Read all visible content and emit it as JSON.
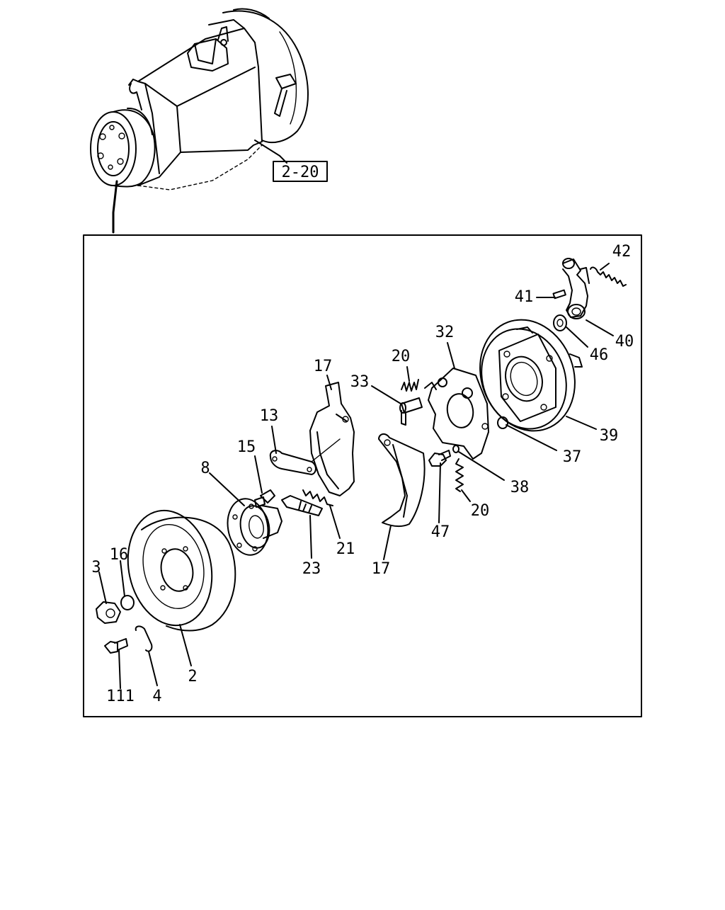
{
  "reference_box": {
    "label": "2-20"
  },
  "callouts": [
    {
      "id": "c42",
      "text": "42"
    },
    {
      "id": "c41",
      "text": "41"
    },
    {
      "id": "c40",
      "text": "40"
    },
    {
      "id": "c46",
      "text": "46"
    },
    {
      "id": "c32",
      "text": "32"
    },
    {
      "id": "c20a",
      "text": "20"
    },
    {
      "id": "c33",
      "text": "33"
    },
    {
      "id": "c17a",
      "text": "17"
    },
    {
      "id": "c39",
      "text": "39"
    },
    {
      "id": "c13",
      "text": "13"
    },
    {
      "id": "c37",
      "text": "37"
    },
    {
      "id": "c15",
      "text": "15"
    },
    {
      "id": "c8",
      "text": "8"
    },
    {
      "id": "c38",
      "text": "38"
    },
    {
      "id": "c20b",
      "text": "20"
    },
    {
      "id": "c21",
      "text": "21"
    },
    {
      "id": "c47",
      "text": "47"
    },
    {
      "id": "c23",
      "text": "23"
    },
    {
      "id": "c17b",
      "text": "17"
    },
    {
      "id": "c3",
      "text": "3"
    },
    {
      "id": "c16",
      "text": "16"
    },
    {
      "id": "c2",
      "text": "2"
    },
    {
      "id": "c111",
      "text": "111"
    },
    {
      "id": "c4",
      "text": "4"
    }
  ]
}
